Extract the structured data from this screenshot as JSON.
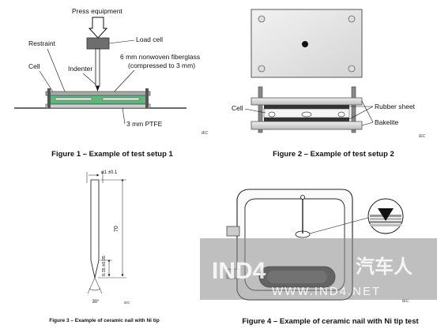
{
  "figure1": {
    "labels": {
      "press_equipment": "Press equipment",
      "load_cell": "Load cell",
      "restraint": "Restraint",
      "indenter": "Indenter",
      "cell": "Cell",
      "fiberglass_line1": "6 mm nonwoven fiberglass",
      "fiberglass_line2": "(compressed to 3 mm)",
      "ptfe": "3 mm PTFE"
    },
    "iec": "IEC",
    "caption": "Figure 1 – Example of test setup 1"
  },
  "figure2": {
    "labels": {
      "cell": "Cell",
      "rubber_sheet": "Rubber sheet",
      "bakelite": "Bakelite"
    },
    "iec": "IEC",
    "caption": "Figure 2 – Example of test setup 2"
  },
  "figure3": {
    "dims": {
      "diameter": "ø1 ±0.1",
      "length": "70",
      "tip": "0.35 ±0.05",
      "angle": "30°"
    },
    "iec": "IEC",
    "caption": "Figure 3 – Example of ceramic nail with Ni tip"
  },
  "figure4": {
    "iec": "IEC",
    "caption": "Figure 4 – Example of ceramic nail with Ni tip test"
  },
  "watermark": {
    "logo": "IND4",
    "cn": "汽车人",
    "url": "WWW.IND4.NET"
  },
  "colors": {
    "cell_green": "#5cb87a",
    "watermark_gray": "#8a8a8a"
  }
}
